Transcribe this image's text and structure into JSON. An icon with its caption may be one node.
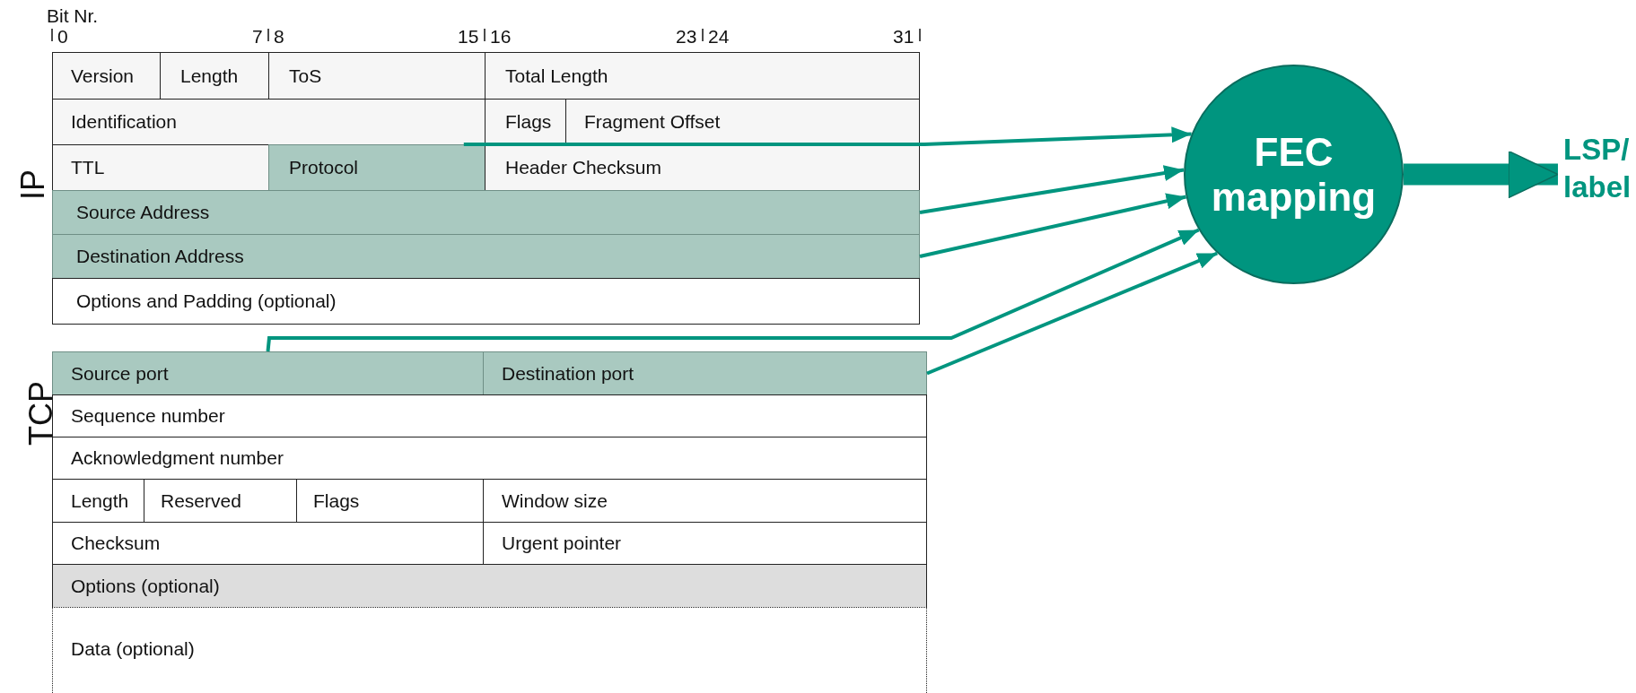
{
  "diagram": {
    "nodes": [
      {
        "text": [
          "Version"
        ]
      },
      {
        "text": [
          "Length"
        ]
      },
      {
        "text": [
          "ToS"
        ]
      },
      {
        "text": [
          "Total Length"
        ]
      },
      {
        "text": [
          "Identification"
        ]
      },
      {
        "text": [
          "Flags"
        ]
      },
      {
        "text": [
          "Fragment Offset"
        ]
      },
      {
        "text": [
          "TTL"
        ]
      },
      {
        "text": [
          "Protocol"
        ]
      },
      {
        "text": [
          "Header Checksum"
        ]
      },
      {
        "text": [
          "Source Address"
        ]
      },
      {
        "text": [
          "Destination Address"
        ]
      },
      {
        "text": [
          "Options and Padding (optional)"
        ]
      },
      {
        "text": [
          "Source port"
        ]
      },
      {
        "text": [
          "Destination port"
        ]
      },
      {
        "text": [
          "Sequence number"
        ]
      },
      {
        "text": [
          "Acknowledgment number"
        ]
      },
      {
        "text": [
          "Length"
        ]
      },
      {
        "text": [
          "Reserved"
        ]
      },
      {
        "text": [
          "Flags"
        ]
      },
      {
        "text": [
          "Window size"
        ]
      },
      {
        "text": [
          "Checksum"
        ]
      },
      {
        "text": [
          "Urgent pointer"
        ]
      },
      {
        "text": [
          "Options (optional)"
        ]
      },
      {
        "text": [
          "Data (optional)"
        ]
      },
      {
        "text": [
          "FEC mapping"
        ]
      },
      {
        "text": [
          "LSP/ label"
        ]
      }
    ],
    "edges": [
      {
        "from": 8,
        "to": 25,
        "arrow": "to"
      },
      {
        "from": 10,
        "to": 25,
        "arrow": "to"
      },
      {
        "from": 11,
        "to": 25,
        "arrow": "to"
      },
      {
        "from": 13,
        "to": 25,
        "arrow": "to"
      },
      {
        "from": 14,
        "to": 25,
        "arrow": "to"
      },
      {
        "from": 25,
        "to": 26,
        "arrow": "to",
        "style": "thick"
      }
    ],
    "labels": [
      "Bit Nr.",
      "0",
      "7",
      "8",
      "15",
      "16",
      "23",
      "24",
      "31",
      "IP",
      "TCP"
    ]
  }
}
